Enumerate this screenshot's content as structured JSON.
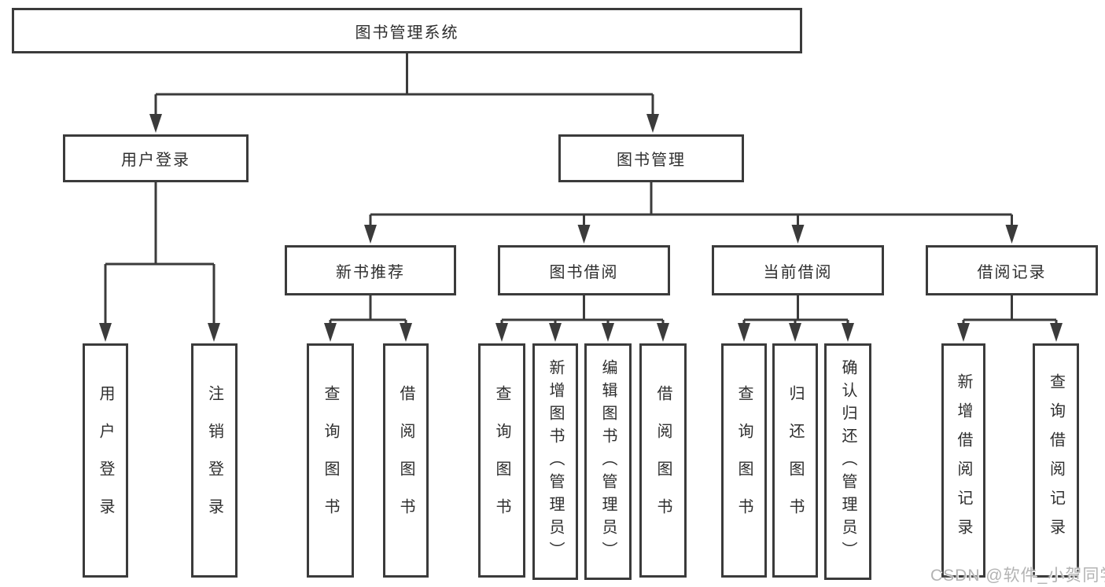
{
  "tree": {
    "root": "图书管理系统",
    "children": [
      {
        "label": "用户登录",
        "children": [
          "用户登录",
          "注销登录"
        ]
      },
      {
        "label": "图书管理",
        "children": [
          {
            "label": "新书推荐",
            "children": [
              "查询图书",
              "借阅图书"
            ]
          },
          {
            "label": "图书借阅",
            "children": [
              "查询图书",
              "新增图书（管理员）",
              "编辑图书（管理员）",
              "借阅图书"
            ]
          },
          {
            "label": "当前借阅",
            "children": [
              "查询图书",
              "归还图书",
              "确认归还（管理员）"
            ]
          },
          {
            "label": "借阅记录",
            "children": [
              "新增借阅记录",
              "查询借阅记录"
            ]
          }
        ]
      }
    ]
  },
  "watermark": {
    "text": "CSDN @软件_小贺同学"
  },
  "colors": {
    "line": "#3b3b3b",
    "box_border": "#3b3b3b",
    "box_background": "#ffffff",
    "text": "#2e2e2e",
    "watermark": "#b3b3b3"
  }
}
